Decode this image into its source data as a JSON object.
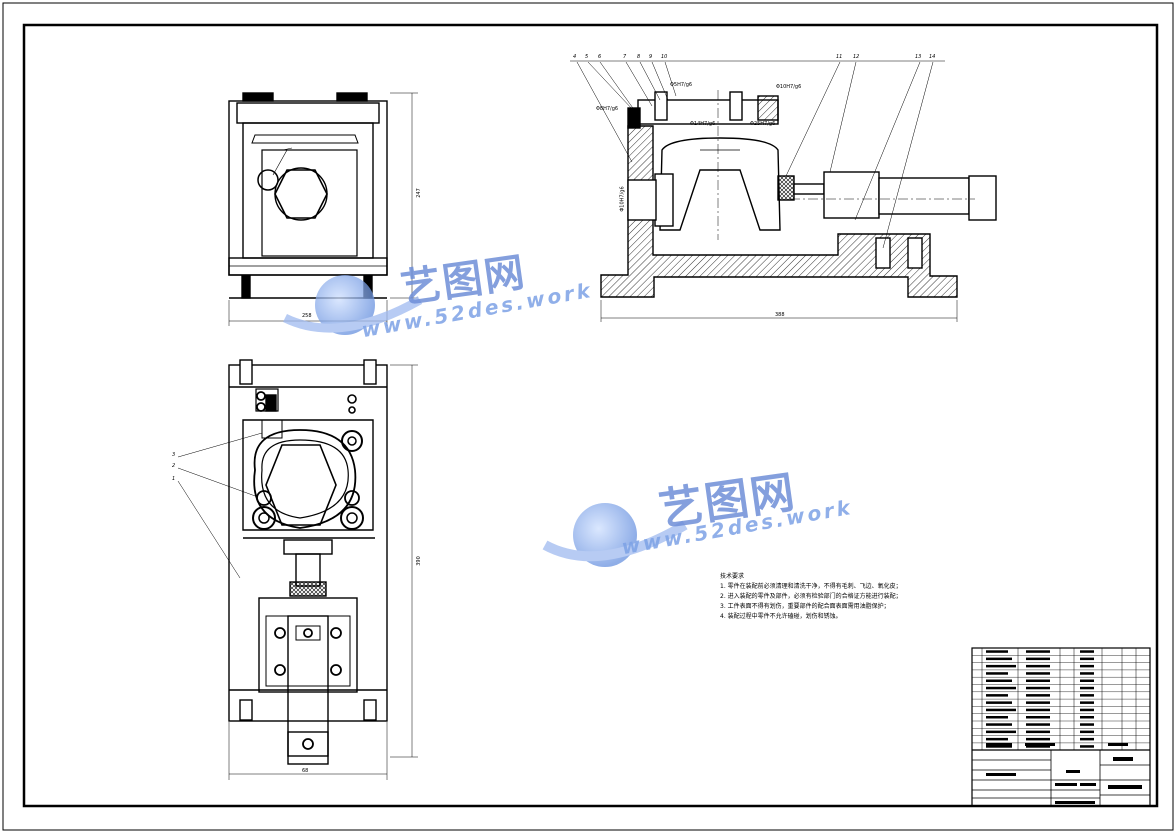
{
  "watermark": {
    "cn": "艺图网",
    "url": "www.52des.work"
  },
  "notes": {
    "title": "技术要求",
    "items": [
      "1. 零件在装配前必须清理和清洗干净，不得有毛刺、飞边、氧化皮；",
      "2. 进入装配的零件及部件，必须有检验部门的合格证方能进行装配；",
      "3. 工件表面不得有划伤，重要部件的配合面表面需用油脂保护；",
      "4. 装配过程中零件不允许磕碰，划伤和锈蚀。"
    ]
  },
  "dimensions": {
    "top_left_height": "247",
    "top_left_width": "258",
    "bottom_left_height": "390",
    "bottom_left_width": "68",
    "section_width": "388"
  },
  "fits": [
    "Φ8H7/g6",
    "Φ10H7/g6",
    "Φ5H7/g6",
    "Φ14H7/g6",
    "Φ25H7/g6",
    "Φ10H7/g6"
  ],
  "balloons_top": [
    "4",
    "5",
    "6",
    "7",
    "8",
    "9",
    "10",
    "11",
    "12",
    "13",
    "14"
  ],
  "balloons_left": [
    "3",
    "2",
    "1"
  ]
}
